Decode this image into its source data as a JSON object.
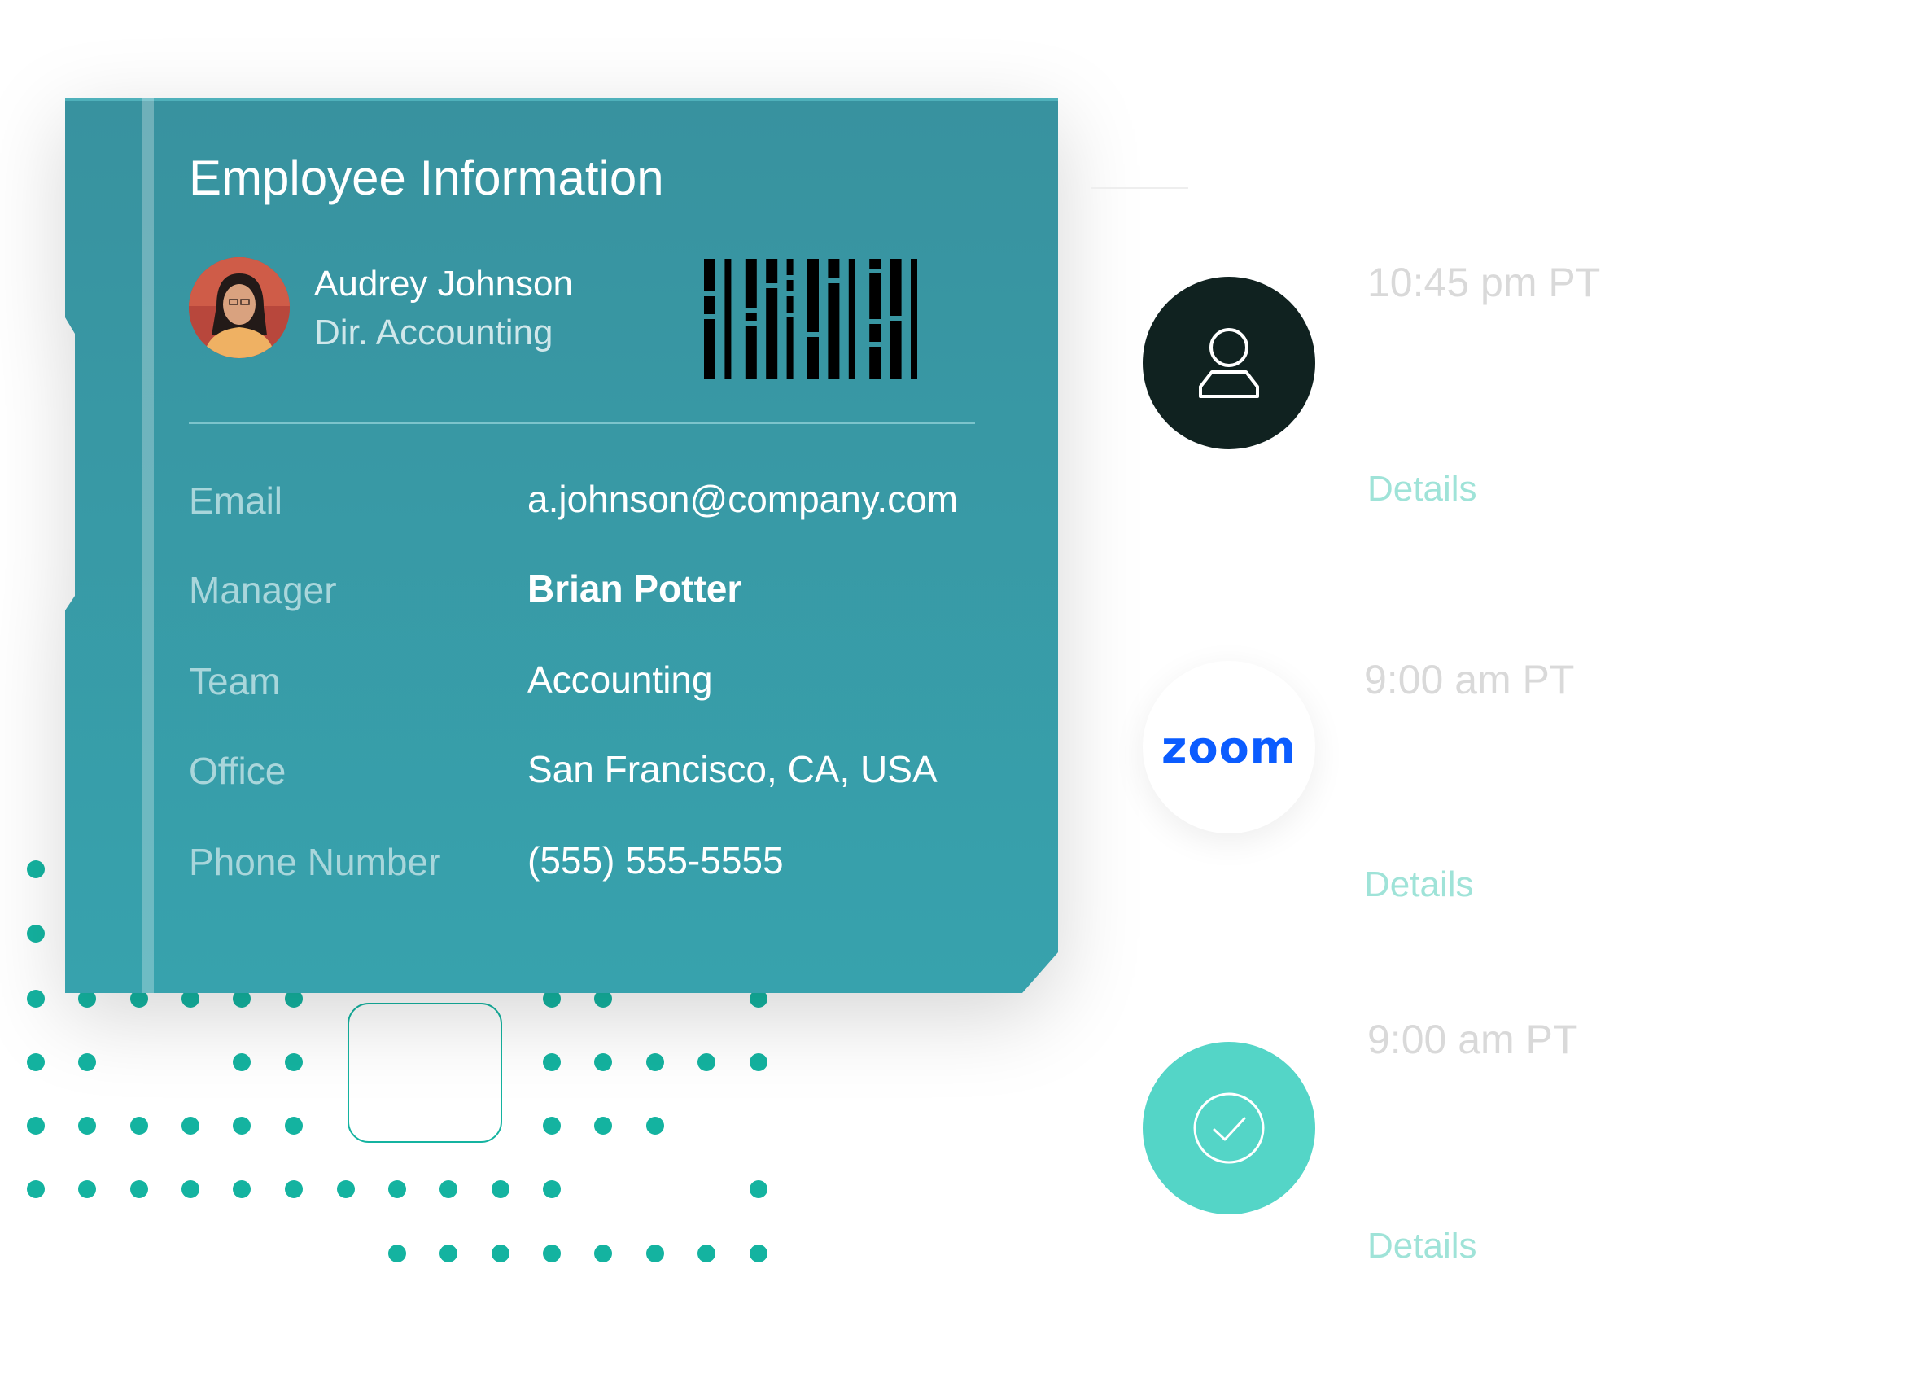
{
  "card": {
    "title": "Employee Information",
    "person": {
      "name": "Audrey Johnson",
      "role": "Dir. Accounting"
    },
    "fields": [
      {
        "label": "Email",
        "value": "a.johnson@company.com",
        "bold": false
      },
      {
        "label": "Manager",
        "value": "Brian Potter",
        "bold": true
      },
      {
        "label": "Team",
        "value": "Accounting",
        "bold": false
      },
      {
        "label": "Office",
        "value": "San Francisco, CA, USA",
        "bold": false
      },
      {
        "label": "Phone Number",
        "value": "(555) 555-5555",
        "bold": false
      }
    ]
  },
  "timeline": [
    {
      "time": "10:45 pm PT",
      "details": "Details",
      "icon": "user-icon"
    },
    {
      "time": "9:00 am PT",
      "details": "Details",
      "icon": "zoom-logo",
      "logo_text": "zoom"
    },
    {
      "time": "9:00 am PT",
      "details": "Details",
      "icon": "check-circle-icon"
    }
  ],
  "colors": {
    "card": "#37a2ad",
    "dots": "#14b3a0",
    "user_circle": "#102220",
    "check_circle": "#54d5c7",
    "zoom_blue": "#0b5cff",
    "details": "#9fe3d8"
  }
}
